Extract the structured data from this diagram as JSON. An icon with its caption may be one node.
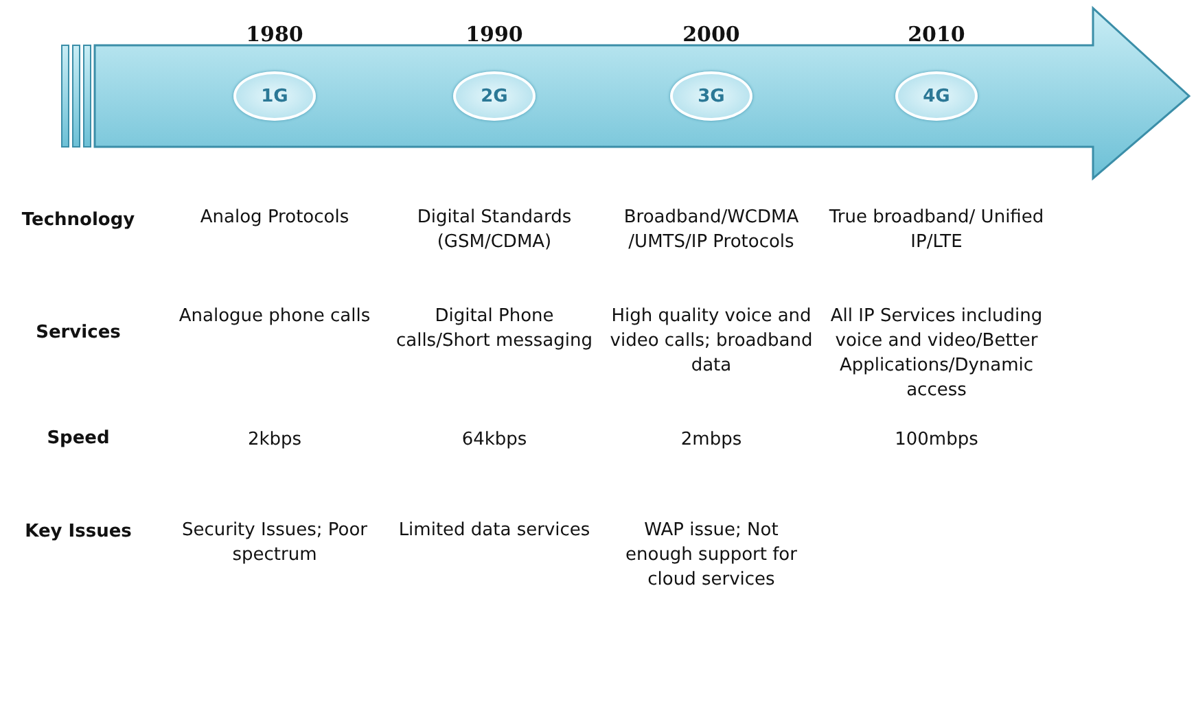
{
  "diagram": {
    "nodes": [
      {
        "text": [],
        "shape": "arrow"
      },
      {
        "text": [
          "1G"
        ],
        "in": 0,
        "beside": [
          "1980"
        ]
      },
      {
        "text": [
          "2G"
        ],
        "in": 0,
        "beside": [
          "1990"
        ]
      },
      {
        "text": [
          "3G"
        ],
        "in": 0,
        "beside": [
          "2000"
        ]
      },
      {
        "text": [
          "4G"
        ],
        "in": 0,
        "beside": [
          "2010"
        ]
      }
    ],
    "labels": [
      "Technology",
      "Analog Protocols",
      "Digital Standards (GSM/CDMA)",
      "Broadband/WCDMA /UMTS/IP Protocols",
      "True broadband/ Unified IP/LTE",
      "Services",
      "Analogue phone calls",
      "Digital Phone calls/Short messaging",
      "High quality voice and video calls; broadband data",
      "All IP Services including voice and video/Better Applications/Dynamic access",
      "Speed",
      "2kbps",
      "64kbps",
      "2mbps",
      "100mbps",
      "Key Issues",
      "Security Issues; Poor spectrum",
      "Limited data services",
      "WAP issue; Not enough support for cloud services"
    ]
  }
}
